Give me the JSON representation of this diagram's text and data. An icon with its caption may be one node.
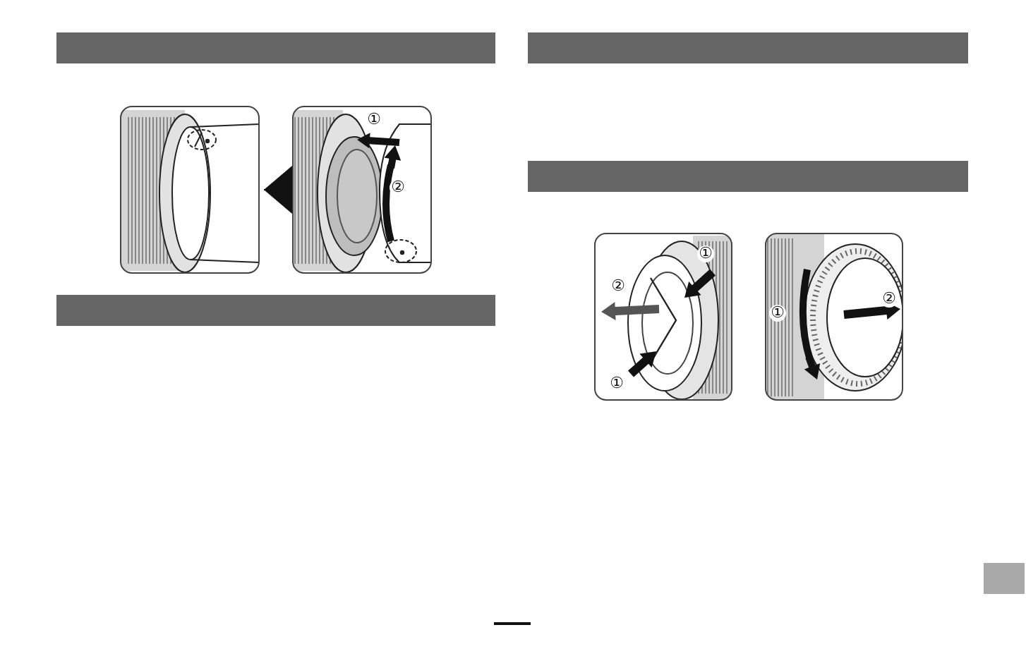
{
  "diagram": {
    "nodes": [
      {
        "text": [],
        "shape": "bar"
      },
      {
        "text": [],
        "shape": "picture"
      },
      {
        "text": [],
        "shape": "picture"
      },
      {
        "text": [],
        "shape": "bar"
      },
      {
        "text": [],
        "shape": "bar"
      },
      {
        "text": [],
        "shape": "bar"
      },
      {
        "text": [],
        "shape": "picture"
      },
      {
        "text": [],
        "shape": "picture"
      }
    ],
    "edges": [
      {
        "from": 2,
        "to": 1,
        "arrow": "to"
      }
    ],
    "labels": [
      "①",
      "②",
      "①",
      "②",
      "①",
      "②",
      "①"
    ]
  }
}
